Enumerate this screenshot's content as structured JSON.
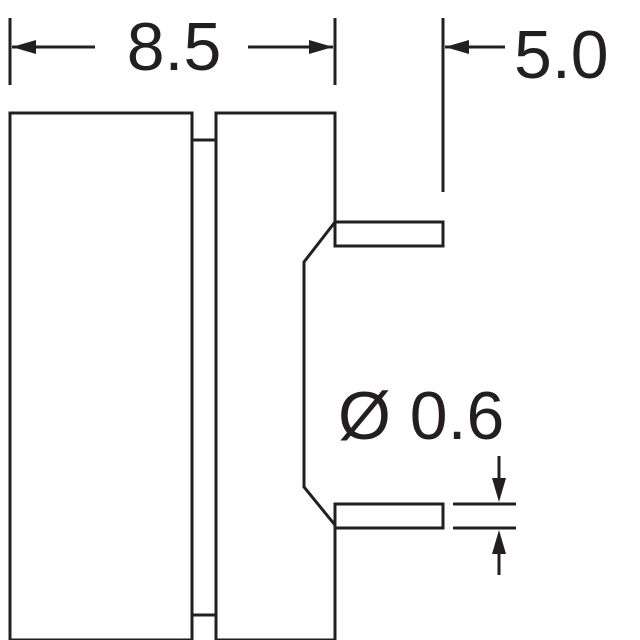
{
  "dimensions": {
    "width": "8.5",
    "lead_length": "5.0",
    "lead_diameter": "Ø 0.6"
  },
  "colors": {
    "line": "#231f20",
    "background": "#ffffff"
  }
}
